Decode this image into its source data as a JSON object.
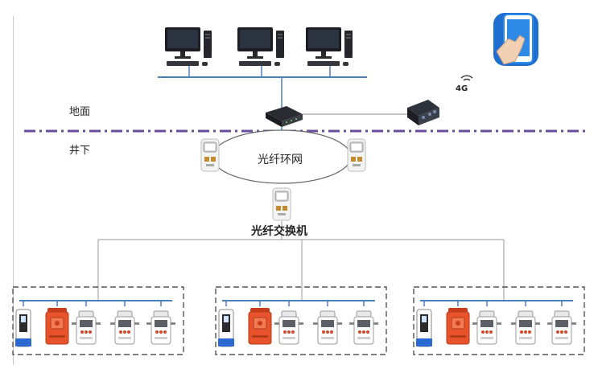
{
  "labels": {
    "surface": "地面",
    "underground": "井下",
    "fiber_ring": "光纤环网",
    "fiber_switch": "光纤交换机",
    "lte": "4G"
  },
  "colors": {
    "ethernet": "#4a7fc0",
    "ground_line": "#6b4d9e",
    "device_orange": "#e8532b",
    "device_blue": "#2a6ad0",
    "phone_blue": "#2d8ae6"
  },
  "icons": {
    "pc": "desktop-computer-icon",
    "router": "network-router-icon",
    "gateway_4g": "4g-gateway-icon",
    "mobile": "mobile-touch-icon",
    "ring_switch": "ring-network-switch-icon",
    "substation_devices": [
      "display-terminal",
      "explosion-proof-box",
      "control-unit",
      "controller",
      "controller",
      "controller"
    ]
  },
  "substation_count": 3
}
